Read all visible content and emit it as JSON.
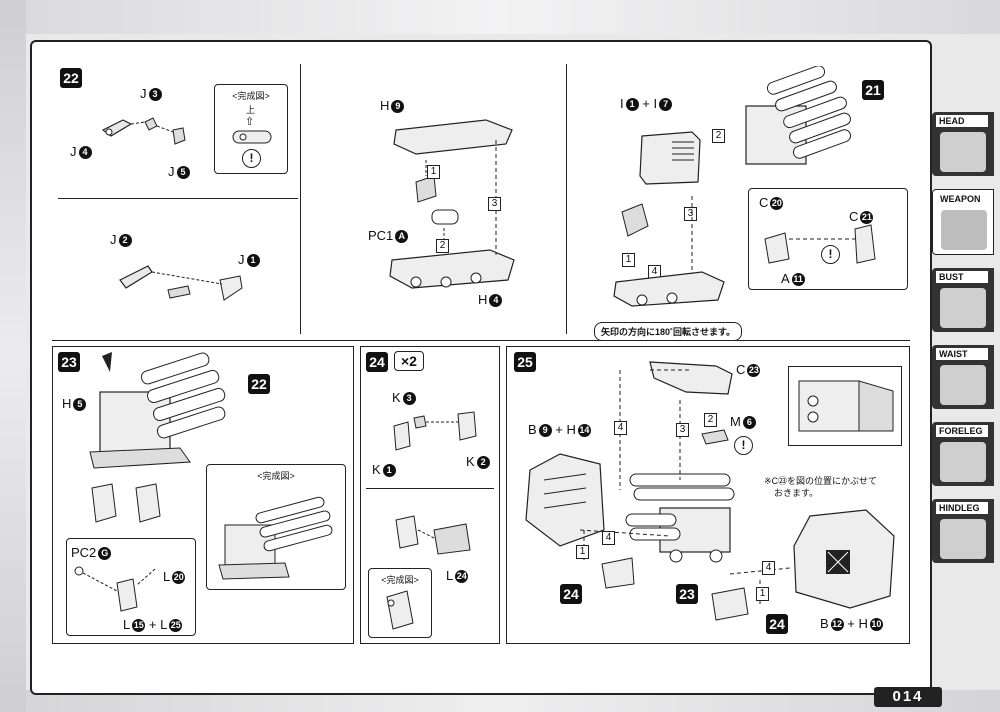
{
  "page_number": "014",
  "sidebar": {
    "tabs": [
      {
        "label": "HEAD",
        "active": false
      },
      {
        "label": "WEAPON",
        "active": true
      },
      {
        "label": "BUST",
        "active": false
      },
      {
        "label": "WAIST",
        "active": false
      },
      {
        "label": "FORELEG",
        "active": false
      },
      {
        "label": "HINDLEG",
        "active": false
      }
    ]
  },
  "steps": {
    "s22": {
      "number": "22",
      "labels": {
        "j3_prefix": "J",
        "j3_num": "3",
        "j4_prefix": "J",
        "j4_num": "4",
        "j5_prefix": "J",
        "j5_num": "5",
        "j2_prefix": "J",
        "j2_num": "2",
        "j1_prefix": "J",
        "j1_num": "1"
      },
      "completion_box": {
        "title": "<完成図>",
        "up": "上",
        "up_arrow": "⇧",
        "warn": "!"
      },
      "mid": {
        "h9_prefix": "H",
        "h9_num": "9",
        "pc1_prefix": "PC1",
        "pc1_num": "A",
        "h4_prefix": "H",
        "h4_num": "4",
        "seq1": "1",
        "seq2": "2",
        "seq3": "3"
      },
      "right": {
        "i_label": "I",
        "i1": "1",
        "plus": "+",
        "i7_prefix": "I",
        "i7": "7",
        "ref21": "21",
        "seq2": "2",
        "seq3": "3",
        "seq1": "1",
        "seq4": "4",
        "c20_prefix": "C",
        "c20": "20",
        "c21_prefix": "C",
        "c21": "21",
        "a11_prefix": "A",
        "a11": "11",
        "warn": "!",
        "rotate_note": "矢印の方向に180˚回転させます。"
      }
    },
    "s23": {
      "number": "23",
      "h5_prefix": "H",
      "h5_num": "5",
      "ref22": "22",
      "completion_title": "<完成図>",
      "pc2_prefix": "PC2",
      "pc2_num": "G",
      "l20_prefix": "L",
      "l20_num": "20",
      "l15_prefix": "L",
      "l15_num": "15",
      "plus": "+",
      "l25_prefix": "L",
      "l25_num": "25"
    },
    "s24": {
      "number": "24",
      "multiplier": "×2",
      "k3_prefix": "K",
      "k3_num": "3",
      "k1_prefix": "K",
      "k1_num": "1",
      "k2_prefix": "K",
      "k2_num": "2",
      "l24_prefix": "L",
      "l24_num": "24",
      "completion_title": "<完成図>"
    },
    "s25": {
      "number": "25",
      "b9_prefix": "B",
      "b9_num": "9",
      "plus": "+",
      "h14_prefix": "H",
      "h14_num": "14",
      "c23_prefix": "C",
      "c23_num": "23",
      "m6_prefix": "M",
      "m6_num": "6",
      "warn": "!",
      "note_line1": "※C㉓を図の位置にかぶせて",
      "note_line2": "おきます。",
      "ref24a": "24",
      "ref23": "23",
      "ref24b": "24",
      "b12_prefix": "B",
      "b12_num": "12",
      "h10_prefix": "H",
      "h10_num": "10",
      "seq4a": "4",
      "seq3": "3",
      "seq2": "2",
      "seq1a": "1",
      "seq4b": "4",
      "seq4c": "4",
      "seq1b": "1"
    }
  }
}
